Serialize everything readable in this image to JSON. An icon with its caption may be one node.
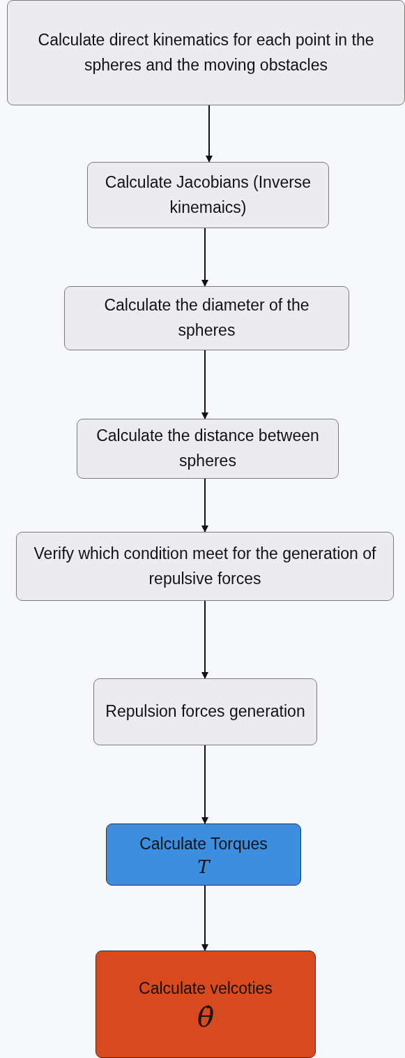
{
  "diagram": {
    "nodes": [
      {
        "text": [
          "Calculate direct kinematics for each point in the spheres and the moving obstacles"
        ]
      },
      {
        "text": [
          "Calculate Jacobians (Inverse kinemaics)"
        ]
      },
      {
        "text": [
          "Calculate the diameter of the spheres"
        ]
      },
      {
        "text": [
          "Calculate the distance between spheres"
        ]
      },
      {
        "text": [
          "Verify which condition meet for the generation of repulsive forces"
        ]
      },
      {
        "text": [
          "Repulsion forces generation"
        ]
      },
      {
        "text": [
          "Calculate Torques",
          "T"
        ]
      },
      {
        "text": [
          "Calculate velcoties",
          "θ̇"
        ]
      }
    ],
    "edges": [
      {
        "from": 0,
        "to": 1,
        "arrow": "to"
      },
      {
        "from": 1,
        "to": 2,
        "arrow": "to"
      },
      {
        "from": 2,
        "to": 3,
        "arrow": "to"
      },
      {
        "from": 3,
        "to": 4,
        "arrow": "to"
      },
      {
        "from": 4,
        "to": 5,
        "arrow": "to"
      },
      {
        "from": 5,
        "to": 6,
        "arrow": "to"
      },
      {
        "from": 6,
        "to": 7,
        "arrow": "to"
      }
    ]
  }
}
